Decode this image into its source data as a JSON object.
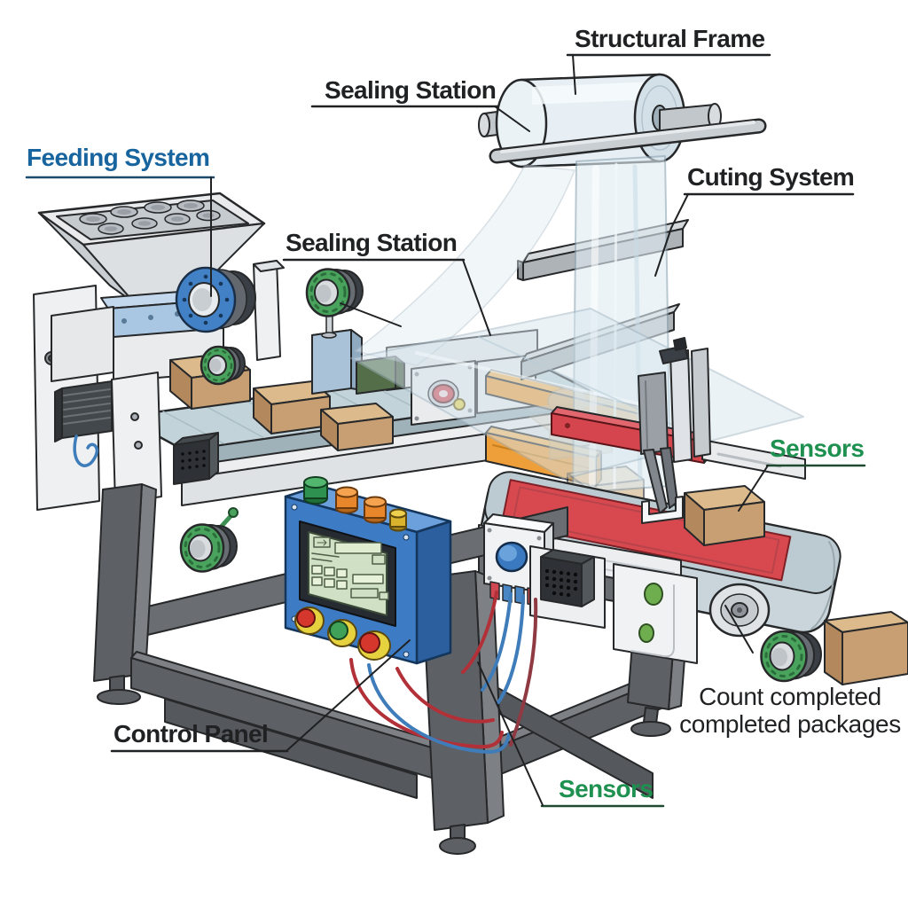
{
  "diagram": {
    "subject": "Automatic packaging machine - labeled isometric illustration",
    "background": "#ffffff"
  },
  "labels": {
    "structural_frame": "Structural Frame",
    "sealing_station_top": "Sealing Station",
    "feeding_system": "Feeding System",
    "sealing_station_mid": "Sealing Station",
    "cutting_system": "Cuting System",
    "sensors_right": "Sensors",
    "count_completed_line1": "Count completed",
    "count_completed_line2": "completed packages",
    "control_panel": "Control Panel",
    "sensors_bottom": "Sensors"
  },
  "colors": {
    "label_black": "#1f2123",
    "label_blue": "#17649e",
    "label_green": "#1e9150",
    "conveyor_belt": "#c2d3d9",
    "outfeed_mat_red": "#d8494f",
    "package_tan": "#dcba8c",
    "sealing_jaw_orange": "#ef9f3a",
    "cutter_beam_red": "#d4454e",
    "control_panel_blue": "#3d7cc4",
    "sensor_ring_green": "#4aa35c",
    "gear_blue": "#4281c6",
    "frame_dark_gray": "#5d6165",
    "film_blue": "#dfecf3"
  },
  "components": [
    "film-roll",
    "structural-frame-bars",
    "plastic-film-web",
    "parts-hopper",
    "infeed-conveyor",
    "packages",
    "sealing-jaws",
    "cutting-blade",
    "outfeed-conveyor",
    "hmi-control-panel",
    "emergency-stop-buttons",
    "proximity-sensors",
    "gear-bearing",
    "support-frame-legs",
    "junction-box",
    "buzzer-speaker"
  ]
}
